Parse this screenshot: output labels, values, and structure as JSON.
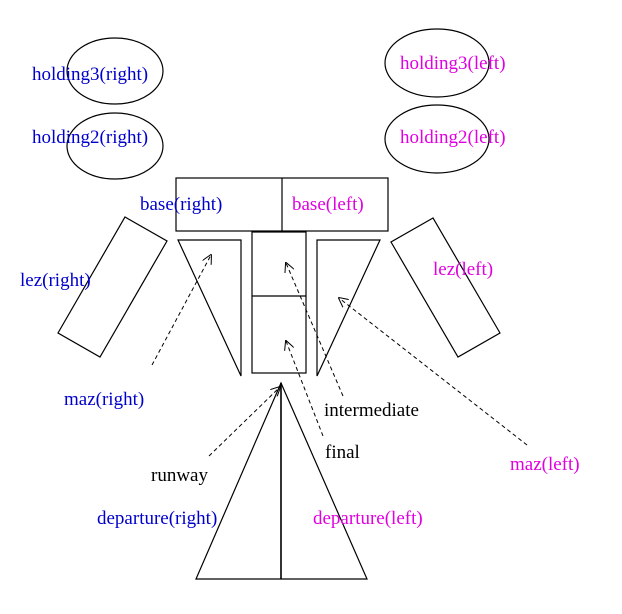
{
  "colors": {
    "right": "#0000cc",
    "left": "#e000e0",
    "neutral": "#000000"
  },
  "labels": {
    "holding3_right": "holding3(right)",
    "holding2_right": "holding2(right)",
    "holding3_left": "holding3(left)",
    "holding2_left": "holding2(left)",
    "base_right": "base(right)",
    "base_left": "base(left)",
    "lez_right": "lez(right)",
    "lez_left": "lez(left)",
    "maz_right": "maz(right)",
    "maz_left": "maz(left)",
    "intermediate": "intermediate",
    "final": "final",
    "runway": "runway",
    "departure_right": "departure(right)",
    "departure_left": "departure(left)"
  }
}
